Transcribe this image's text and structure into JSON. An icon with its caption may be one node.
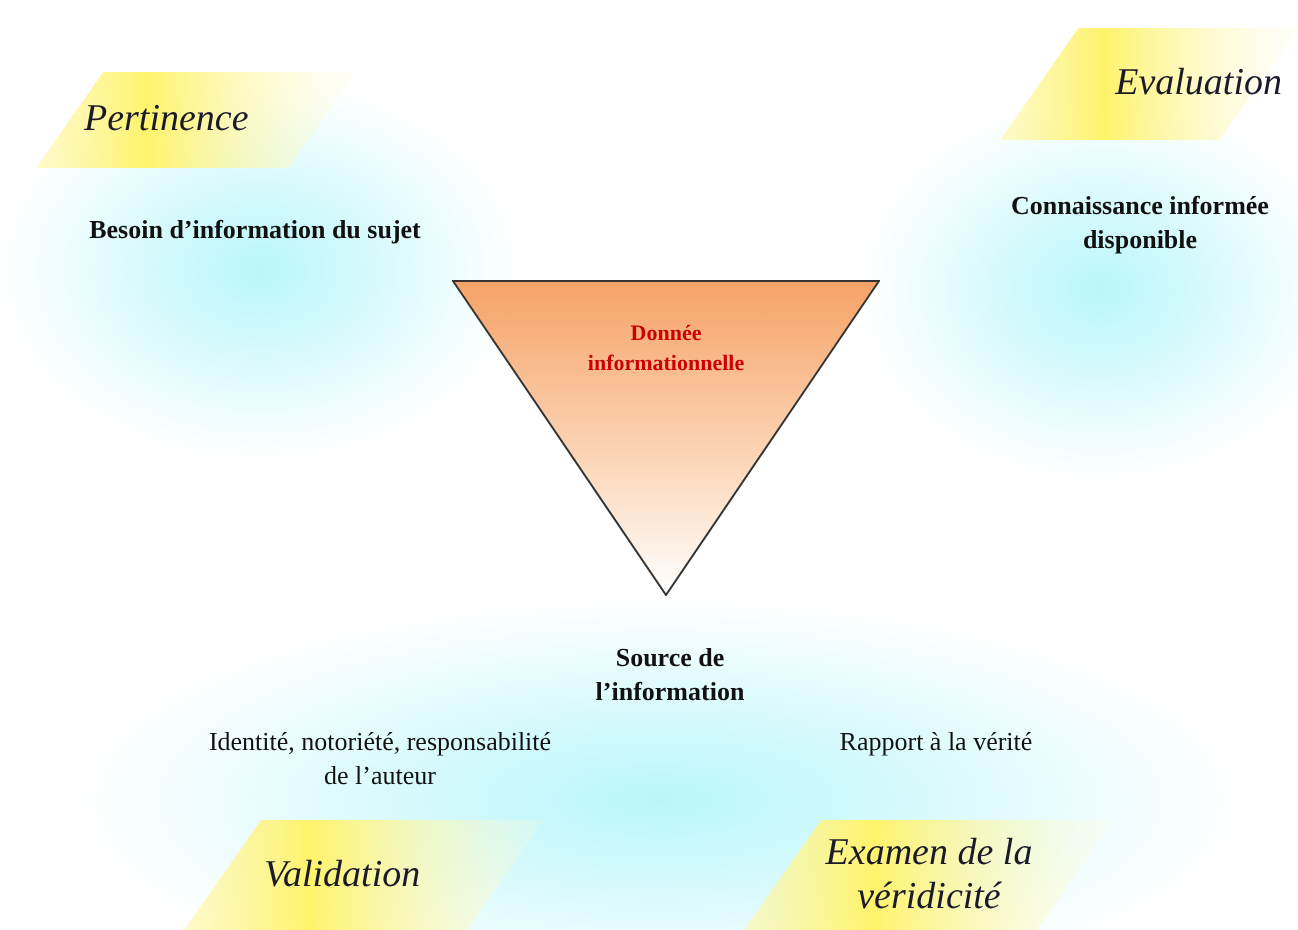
{
  "diagram": {
    "nodes": [
      {
        "text": [
          "Pertinence"
        ]
      },
      {
        "text": [
          "Evaluation"
        ]
      },
      {
        "text": [
          "Donnée informationnelle"
        ]
      },
      {
        "text": [
          "Validation"
        ]
      },
      {
        "text": [
          "Examen de la véridicité"
        ]
      }
    ],
    "labels": [
      "Besoin d’information du sujet",
      "Connaissance informée disponible",
      "Source de l’information",
      "Identité, notoriété, responsabilité de l’auteur",
      "Rapport à la vérité"
    ]
  }
}
